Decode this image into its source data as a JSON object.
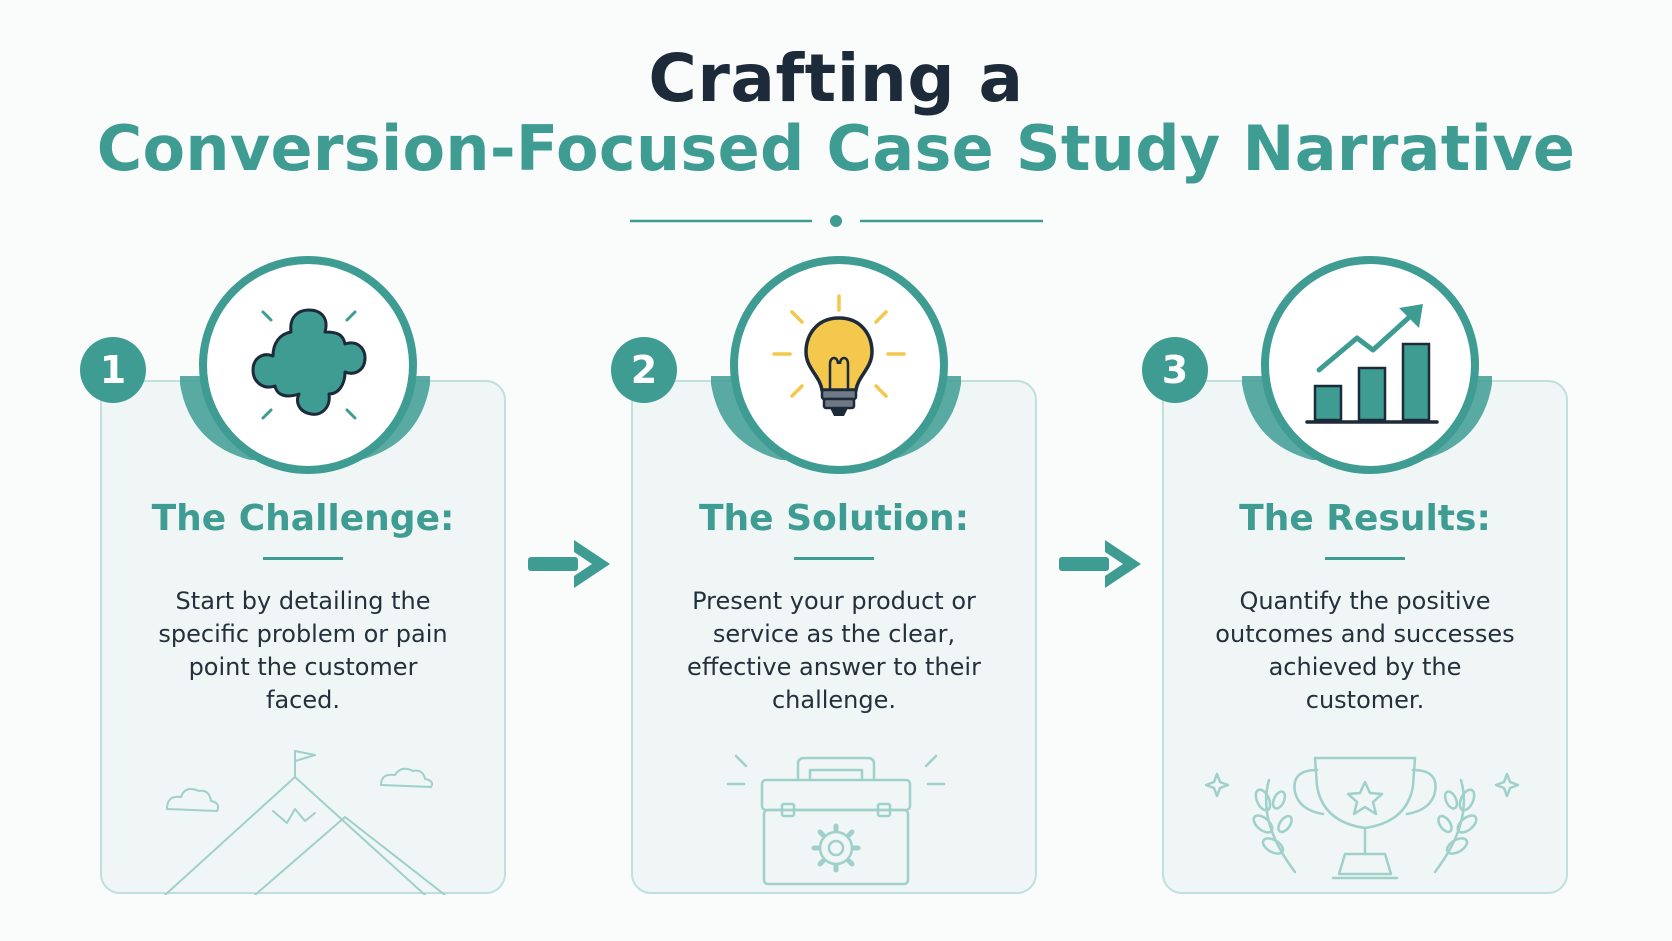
{
  "title": {
    "line1": "Crafting a",
    "line2": "Conversion-Focused Case Study Narrative"
  },
  "colors": {
    "teal": "#3e9c93",
    "navy": "#1d2a3a",
    "bulb": "#f4c84d",
    "card_bg": "#eff6f5",
    "card_border": "#bfe0dc"
  },
  "steps": [
    {
      "number": "1",
      "title": "The Challenge:",
      "text": "Start by detailing the specific problem or pain point the customer faced.",
      "icon": "puzzle-piece-icon",
      "illustration": "mountain-with-flag"
    },
    {
      "number": "2",
      "title": "The Solution:",
      "text": "Present your product or service as the clear, effective answer to their challenge.",
      "icon": "light-bulb-icon",
      "illustration": "toolbox"
    },
    {
      "number": "3",
      "title": "The Results:",
      "text": "Quantify the positive outcomes and successes achieved by the customer.",
      "icon": "growth-chart-icon",
      "illustration": "trophy-with-laurels"
    }
  ]
}
